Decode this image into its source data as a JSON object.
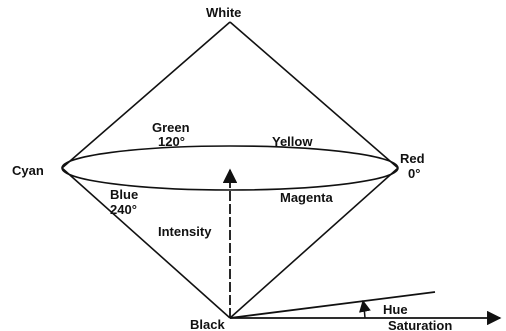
{
  "labels": {
    "white": "White",
    "black": "Black",
    "cyan": "Cyan",
    "red": "Red",
    "red_angle": "0°",
    "green": "Green",
    "green_angle": "120°",
    "yellow": "Yellow",
    "blue": "Blue",
    "blue_angle": "240°",
    "magenta": "Magenta",
    "intensity": "Intensity",
    "hue": "Hue",
    "saturation": "Saturation"
  },
  "colors": {
    "stroke": "#111111",
    "text": "#111111",
    "background": "#ffffff"
  }
}
